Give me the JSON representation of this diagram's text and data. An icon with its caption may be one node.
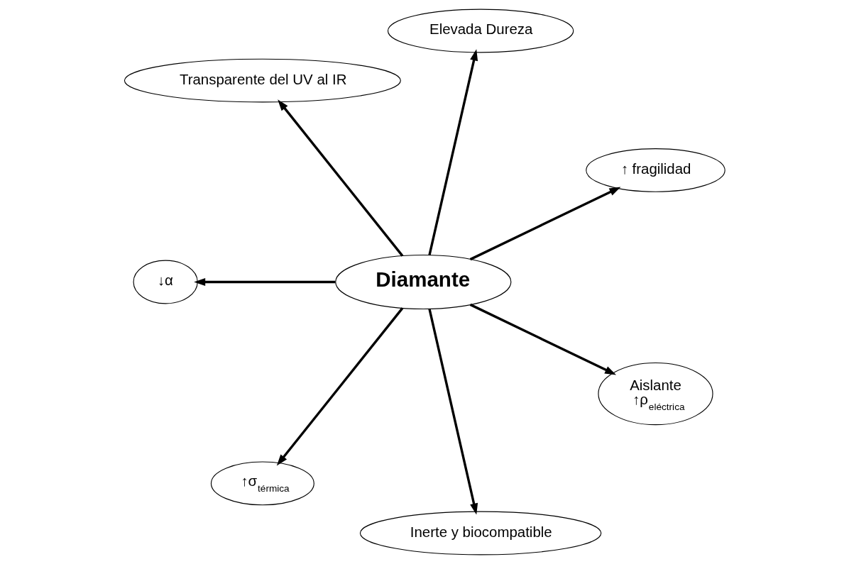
{
  "diagram": {
    "nodes": [
      {
        "text": [
          "Diamante"
        ]
      },
      {
        "text": [
          "↑ fragilidad"
        ]
      },
      {
        "text": [
          "Elevada Dureza"
        ]
      },
      {
        "text": [
          "Transparente del UV al IR"
        ]
      },
      {
        "text": [
          "↓α"
        ]
      },
      {
        "text": [
          "↑σ$_{térmica}$"
        ]
      },
      {
        "text": [
          "Inerte y biocompatible"
        ]
      },
      {
        "text": [
          "Aislante",
          "↑ρ$_{eléctrica}$"
        ]
      }
    ],
    "edges": [
      {
        "from": 0,
        "to": 1,
        "arrow": "to"
      },
      {
        "from": 0,
        "to": 2,
        "arrow": "to"
      },
      {
        "from": 0,
        "to": 3,
        "arrow": "to"
      },
      {
        "from": 0,
        "to": 4,
        "arrow": "to"
      },
      {
        "from": 0,
        "to": 5,
        "arrow": "to"
      },
      {
        "from": 0,
        "to": 6,
        "arrow": "to"
      },
      {
        "from": 0,
        "to": 7,
        "arrow": "to"
      }
    ]
  }
}
